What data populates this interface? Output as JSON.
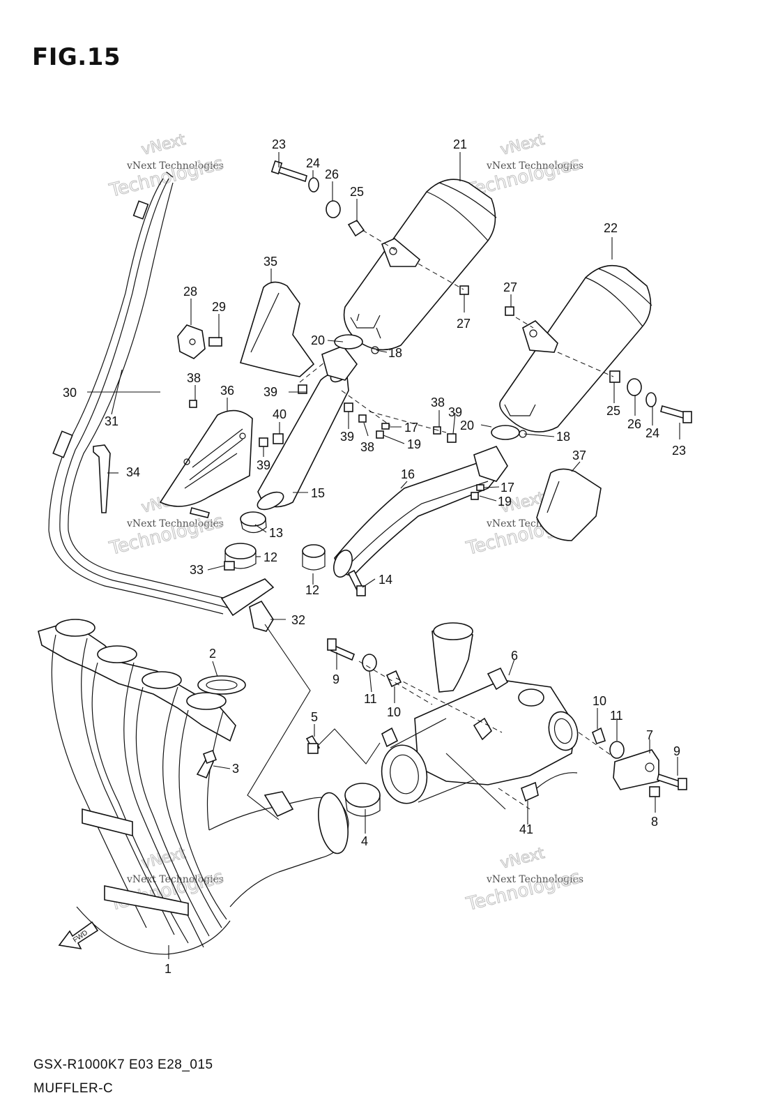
{
  "figure": {
    "title": "FIG.15",
    "model_code": "GSX-R1000K7 E03 E28_015",
    "section_name": "MUFFLER-C"
  },
  "watermark": {
    "line1": "vNext Technologies",
    "line2": "Technologies",
    "line3": "vNext"
  },
  "fwd_label": "FWD",
  "part_labels": [
    "1",
    "2",
    "3",
    "4",
    "5",
    "6",
    "7",
    "8",
    "9",
    "10",
    "11",
    "12",
    "13",
    "14",
    "15",
    "16",
    "17",
    "18",
    "19",
    "20",
    "21",
    "22",
    "23",
    "24",
    "25",
    "26",
    "27",
    "28",
    "29",
    "30",
    "31",
    "32",
    "33",
    "34",
    "35",
    "36",
    "37",
    "38",
    "39",
    "40",
    "41"
  ]
}
